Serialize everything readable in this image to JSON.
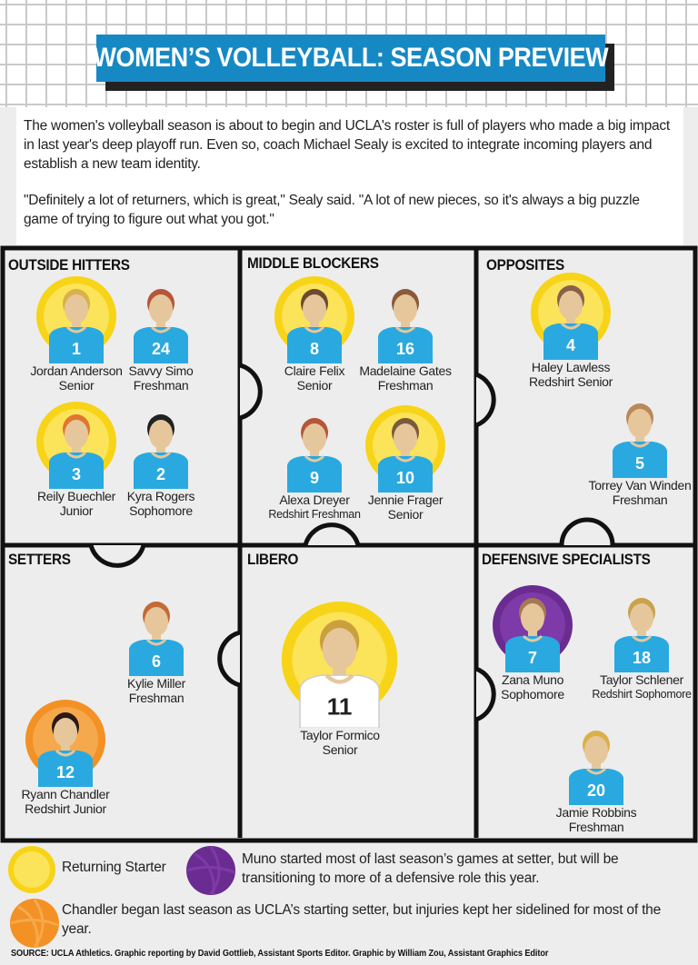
{
  "title": "WOMEN’S VOLLEYBALL: SEASON PREVIEW",
  "intro": {
    "paragraph1": "The women's volleyball season is about to begin and UCLA's roster is full of players who made a big impact in last year's deep playoff run. Even so, coach Michael Sealy is excited to integrate incoming players and establish a new team identity.",
    "paragraph2": "\"Definitely a lot of returners, which is great,\" Sealy said. \"A lot of new pieces, so it's always a big puzzle game of trying to figure out what you got.\""
  },
  "sections": {
    "outside_hitters": {
      "label": "OUTSIDE HITTERS",
      "players": [
        {
          "number": "1",
          "name": "Jordan Anderson",
          "year": "Senior",
          "badge": "returning-starter"
        },
        {
          "number": "24",
          "name": "Savvy Simo",
          "year": "Freshman",
          "badge": "none"
        },
        {
          "number": "3",
          "name": "Reily Buechler",
          "year": "Junior",
          "badge": "returning-starter"
        },
        {
          "number": "2",
          "name": "Kyra Rogers",
          "year": "Sophomore",
          "badge": "none"
        }
      ]
    },
    "middle_blockers": {
      "label": "MIDDLE BLOCKERS",
      "players": [
        {
          "number": "8",
          "name": "Claire Felix",
          "year": "Senior",
          "badge": "returning-starter"
        },
        {
          "number": "16",
          "name": "Madelaine Gates",
          "year": "Freshman",
          "badge": "none"
        },
        {
          "number": "9",
          "name": "Alexa Dreyer",
          "year": "Redshirt Freshman",
          "badge": "none"
        },
        {
          "number": "10",
          "name": "Jennie Frager",
          "year": "Senior",
          "badge": "returning-starter"
        }
      ]
    },
    "opposites": {
      "label": "OPPOSITES",
      "players": [
        {
          "number": "4",
          "name": "Haley Lawless",
          "year": "Redshirt Senior",
          "badge": "returning-starter"
        },
        {
          "number": "5",
          "name": "Torrey Van Winden",
          "year": "Freshman",
          "badge": "none"
        }
      ]
    },
    "setters": {
      "label": "SETTERS",
      "players": [
        {
          "number": "6",
          "name": "Kylie Miller",
          "year": "Freshman",
          "badge": "none"
        },
        {
          "number": "12",
          "name": "Ryann Chandler",
          "year": "Redshirt Junior",
          "badge": "orange"
        }
      ]
    },
    "libero": {
      "label": "LIBERO",
      "players": [
        {
          "number": "11",
          "name": "Taylor Formico",
          "year": "Senior",
          "badge": "returning-starter"
        }
      ]
    },
    "defensive_specialists": {
      "label": "DEFENSIVE SPECIALISTS",
      "players": [
        {
          "number": "7",
          "name": "Zana Muno",
          "year": "Sophomore",
          "badge": "purple"
        },
        {
          "number": "18",
          "name": "Taylor Schlener",
          "year": "Redshirt Sophomore",
          "badge": "none"
        },
        {
          "number": "20",
          "name": "Jamie Robbins",
          "year": "Freshman",
          "badge": "none"
        }
      ]
    }
  },
  "legend": {
    "returning_starter": "Returning Starter",
    "muno_note": "Muno started most of  last season’s games at setter, but will be transitioning to more of a defensive role this year.",
    "chandler_note": "Chandler began last season as UCLA’s starting setter, but injuries kept her sidelined for most of the year."
  },
  "source": "SOURCE: UCLA Athletics. Graphic reporting by David Gottlieb, Assistant Sports Editor. Graphic by William Zou, Assistant Graphics Editor",
  "colors": {
    "accent_blue": "#1689c4",
    "jersey_blue": "#29a9e0",
    "starter_yellow": "#f7d417",
    "muno_purple": "#6a2c91",
    "chandler_orange": "#f39125",
    "skin": "#e6c79c"
  }
}
